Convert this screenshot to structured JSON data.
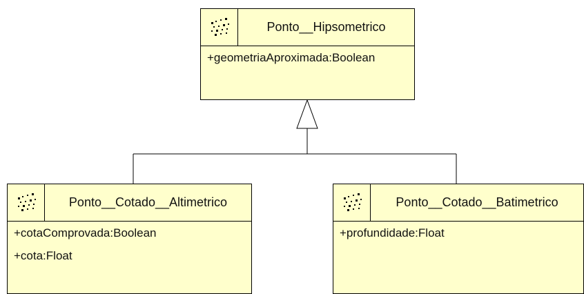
{
  "diagram": {
    "classes": [
      {
        "id": "ponto_hipsometrico",
        "name": "Ponto__Hipsometrico",
        "attributes": [
          "+geometriaAproximada:Boolean"
        ]
      },
      {
        "id": "ponto_cotado_altimetrico",
        "name": "Ponto__Cotado__Altimetrico",
        "attributes": [
          "+cotaComprovada:Boolean",
          "+cota:Float"
        ]
      },
      {
        "id": "ponto_cotado_batimetrico",
        "name": "Ponto__Cotado__Batimetrico",
        "attributes": [
          "+profundidade:Float"
        ]
      }
    ],
    "relationships": [
      {
        "type": "generalization",
        "child": "ponto_cotado_altimetrico",
        "parent": "ponto_hipsometrico"
      },
      {
        "type": "generalization",
        "child": "ponto_cotado_batimetrico",
        "parent": "ponto_hipsometrico"
      }
    ],
    "colors": {
      "class_fill": "#ffffcc",
      "line": "#000000"
    },
    "icon": "feature-type-icon"
  }
}
